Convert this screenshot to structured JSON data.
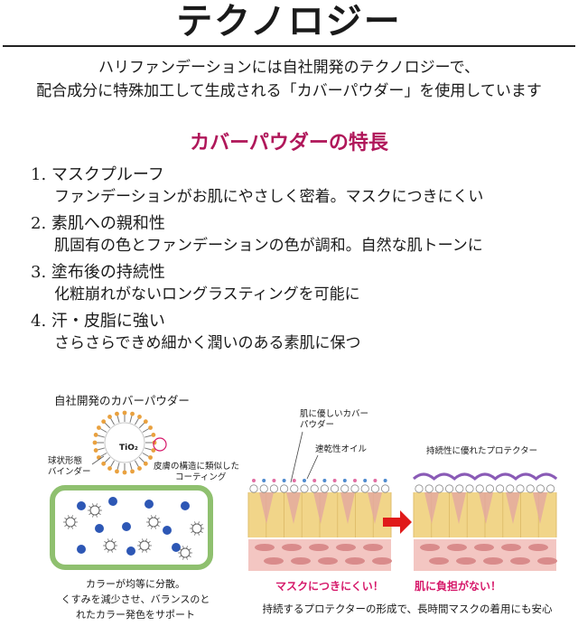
{
  "header": {
    "title": "テクノロジー",
    "intro_line1": "ハリファンデーションには自社開発のテクノロジーで、",
    "intro_line2": "配合成分に特殊加工して生成される「カバーパウダー」を使用しています"
  },
  "features_heading": "カバーパウダーの特長",
  "features": [
    {
      "title": "1. マスクプルーフ",
      "desc": "ファンデーションがお肌にやさしく密着。マスクにつきにくい"
    },
    {
      "title": "2. 素肌への親和性",
      "desc": "肌固有の色とファンデーションの色が調和。自然な肌トーンに"
    },
    {
      "title": "3. 塗布後の持続性",
      "desc": "化粧崩れがないロングラスティングを可能に"
    },
    {
      "title": "4. 汗・皮脂に強い",
      "desc": "さらさらできめ細かく潤いのある素肌に保つ"
    }
  ],
  "left_panel": {
    "title": "自社開発のカバーパウダー",
    "label_binder_1": "球状形態",
    "label_binder_2": "バインダー",
    "label_tio2": "TiO₂",
    "label_coating_1": "皮膚の構造に類似した",
    "label_coating_2": "コーティング",
    "caption_1": "カラーが均等に分散。",
    "caption_2": "くすみを減少させ、バランスのと",
    "caption_3": "れたカラー発色をサポート"
  },
  "right_panel": {
    "label_powder_1": "肌に優しいカバー",
    "label_powder_2": "パウダー",
    "label_oil": "速乾性オイル",
    "label_protector": "持続性に優れたプロテクター",
    "red_left": "マスクにつきにくい！",
    "red_right": "肌に負担がない！",
    "bottom_caption": "持続するプロテクターの形成で、長時間マスクの着用にも安心"
  },
  "colors": {
    "accent_magenta": "#b0175a",
    "red_text": "#d6186a",
    "green_box": "#8fc06f",
    "blue_dots": "#2d57b5",
    "skin_yellow": "#f1d589",
    "skin_pink": "#f3c6c2",
    "arrow_red": "#e01a1a",
    "coating_orange": "#e9a13f",
    "protector_purple": "#8a5bb6"
  }
}
